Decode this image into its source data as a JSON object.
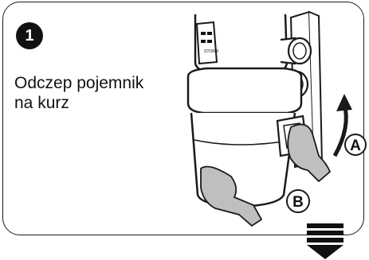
{
  "step": {
    "number": "1"
  },
  "instruction": {
    "text_line1": "Odczep pojemnik",
    "text_line2": "na kurz"
  },
  "callouts": {
    "a": "A",
    "b": "B"
  },
  "panel": {
    "model_text": "STORM"
  },
  "colors": {
    "outline": "#1a1a1a",
    "glove": "#bfbfbf",
    "badge": "#111111"
  }
}
